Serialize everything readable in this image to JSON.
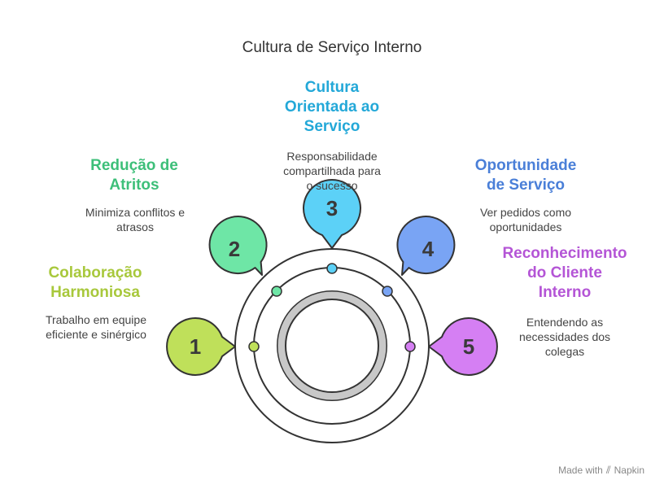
{
  "title": "Cultura de Serviço Interno",
  "colors": {
    "s1": "#a8c83c",
    "s1_fill": "#bfe05a",
    "s2": "#3dbf79",
    "s2_fill": "#6ee6a6",
    "s3": "#23a8d8",
    "s3_fill": "#5cd1f7",
    "s4": "#4a7fd8",
    "s4_fill": "#79a4f4",
    "s5": "#b455d6",
    "s5_fill": "#d57ff3",
    "ring_stroke": "#333333",
    "inner_ring": "#c8c8c8"
  },
  "steps": [
    {
      "number": "1",
      "heading": "Colaboração\nHarmoniosa",
      "description": "Trabalho em equipe\neficiente e sinérgico"
    },
    {
      "number": "2",
      "heading": "Redução de\nAtritos",
      "description": "Minimiza conflitos e\natrasos"
    },
    {
      "number": "3",
      "heading": "Cultura\nOrientada ao\nServiço",
      "description": "Responsabilidade\ncompartilhada para\no sucesso"
    },
    {
      "number": "4",
      "heading": "Oportunidade\nde Serviço",
      "description": "Ver pedidos como\noportunidades"
    },
    {
      "number": "5",
      "heading": "Reconhecimento\ndo Cliente\nInterno",
      "description": "Entendendo as\nnecessidades dos\ncolegas"
    }
  ],
  "branding": {
    "made_with": "Made with",
    "brand_name": "Napkin"
  }
}
